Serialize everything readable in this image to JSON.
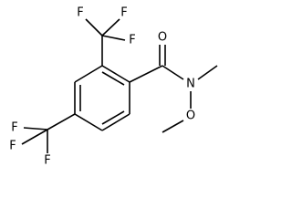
{
  "structure": {
    "atoms": {
      "o_carbonyl": "O",
      "n_amide": "N",
      "o_methoxy": "O",
      "f_top_left": "F",
      "f_top_right": "F",
      "f_top_mid": "F",
      "f_bottom_left": "F",
      "f_bottom_top": "F",
      "f_bottom_mid": "F"
    }
  }
}
